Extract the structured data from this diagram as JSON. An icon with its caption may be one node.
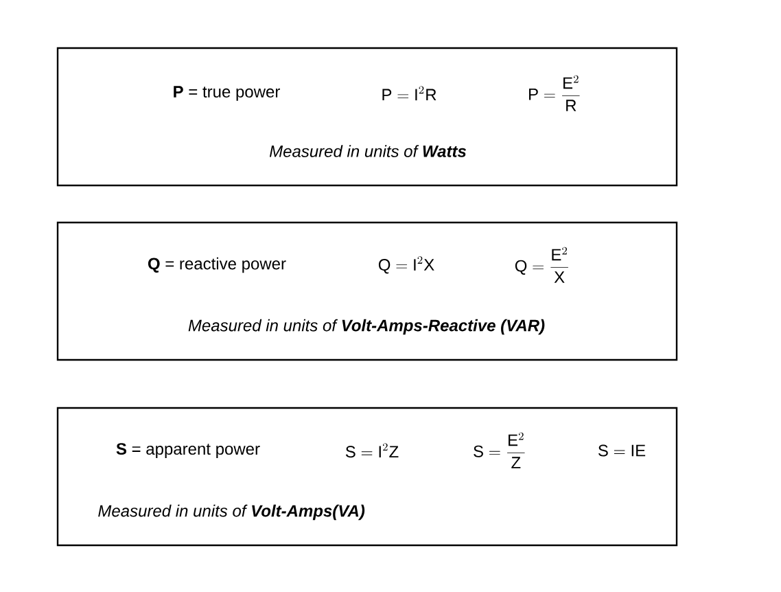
{
  "diagram": {
    "nodes": [
      {
        "text": [
          "**P** = true power",
          "\\mathrm{P} = \\mathrm{I}^{2}\\mathrm{R}",
          "\\mathrm{P} = \\frac{\\mathrm{E}^{2}}{\\mathrm{R}}",
          "Measured in units of **Watts**"
        ]
      },
      {
        "text": [
          "**Q** = reactive power",
          "\\mathrm{Q} = \\mathrm{I}^{2}\\mathrm{X}",
          "\\mathrm{Q} = \\frac{\\mathrm{E}^{2}}{\\mathrm{X}}",
          "Measured in units of **Volt-Amps-Reactive (VAR)**"
        ]
      },
      {
        "text": [
          "**S** = apparent power",
          "\\mathrm{S} = \\mathrm{I}^{2}\\mathrm{Z}",
          "\\mathrm{S} = \\frac{\\mathrm{E}^{2}}{\\mathrm{Z}}",
          "\\mathrm{S} = \\mathrm{IE}",
          "Measured in units of **Volt-Amps(VA)**"
        ]
      }
    ]
  }
}
